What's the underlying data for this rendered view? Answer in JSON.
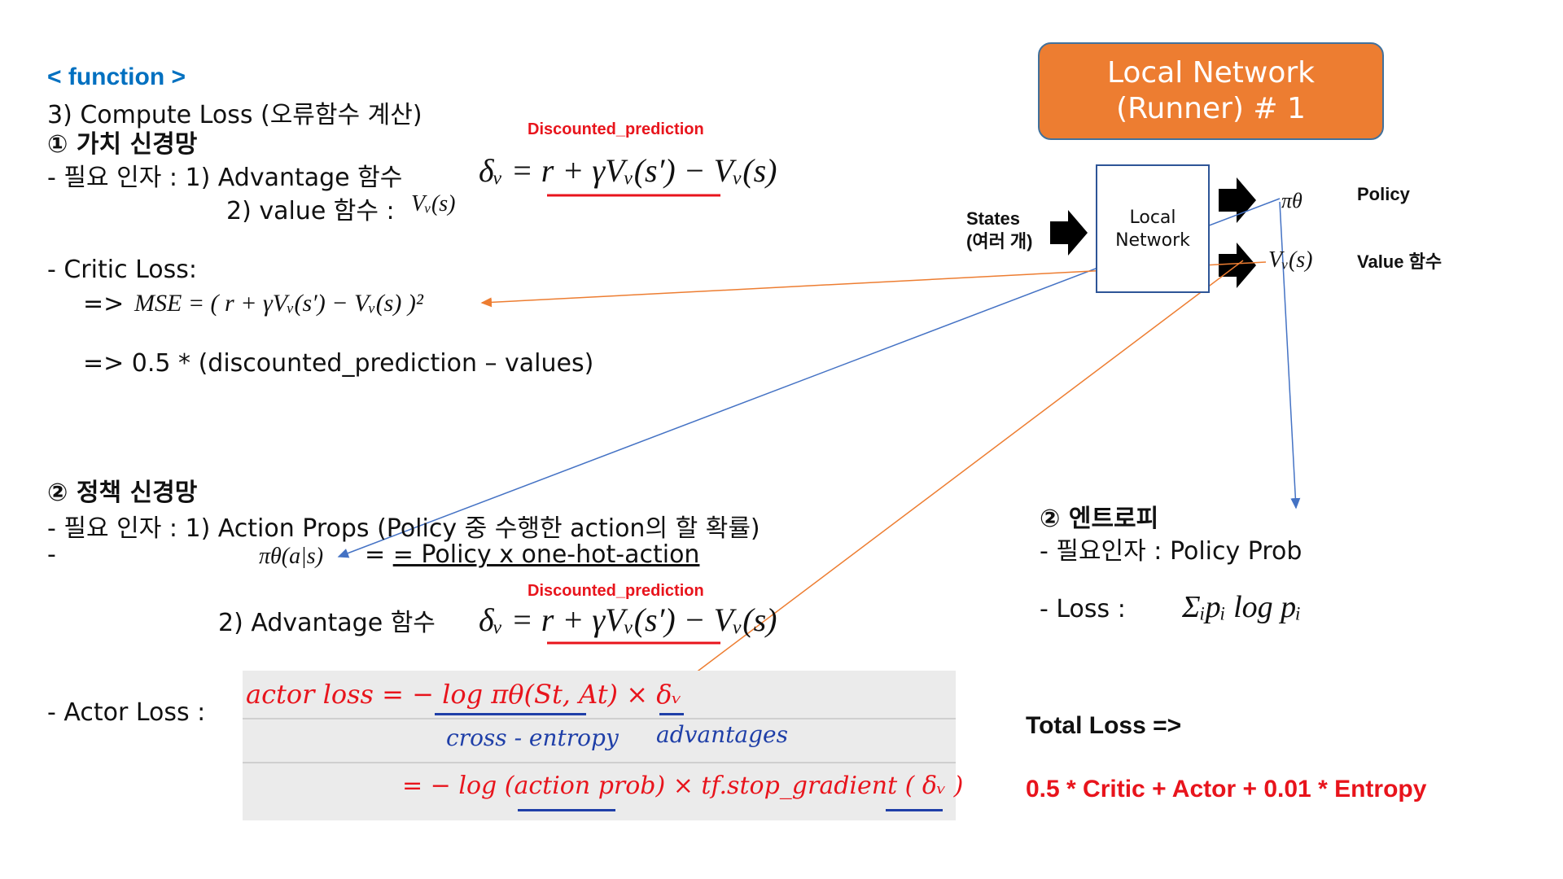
{
  "header": {
    "function_tag": "< function >",
    "step": "3) Compute Loss (오류함수 계산)"
  },
  "value_net": {
    "heading": "① 가치 신경망",
    "factors_prefix": "-   필요 인자  : 1)  Advantage 함수",
    "factor2": "2)  value 함수 :",
    "factor2_math": "Vᵥ(s)",
    "discounted_label": "Discounted_prediction",
    "advantage_formula": "δᵥ = r + γVᵥ(s′) − Vᵥ(s)",
    "critic_label": "-   Critic Loss:",
    "mse_prefix": "=>",
    "mse_formula": "MSE = ( r + γVᵥ(s′) − Vᵥ(s) )²",
    "critic_impl": "=> 0.5 * (discounted_prediction – values)"
  },
  "policy_net": {
    "heading": "② 정책 신경망",
    "factor1": "-   필요 인자 : 1) Action Props (Policy 중 수행한 action의 할 확률)",
    "dash": "-",
    "pi_math": "πθ(a|s)",
    "policy_eq": "= Policy x one-hot-action",
    "factor2": "2) Advantage 함수",
    "discounted_label": "Discounted_prediction",
    "advantage_formula": "δᵥ = r + γVᵥ(s′) − Vᵥ(s)",
    "actor_label": "-   Actor Loss :",
    "hw_line1": "actor  loss = − log πθ(St, At)  ×  δᵥ",
    "hw_cross": "cross - entropy",
    "hw_adv": "advantages",
    "hw_line2": "= − log (action prob) × tf.stop_gradient ( δᵥ )"
  },
  "network": {
    "title_line1": "Local Network",
    "title_line2": "(Runner) # 1",
    "box_line1": "Local",
    "box_line2": "Network",
    "states_line1": "States",
    "states_line2": "(여러 개)",
    "pi_symbol": "πθ",
    "policy_label": "Policy",
    "v_symbol": "Vᵥ(s)",
    "value_label": "Value 함수"
  },
  "entropy": {
    "heading": "② 엔트로피",
    "factor": "-   필요인자 : Policy Prob",
    "loss_label": "-   Loss :",
    "loss_formula": "Σᵢpᵢ log pᵢ"
  },
  "total": {
    "label": "Total Loss =>",
    "formula": "0.5 * Critic + Actor + 0.01 * Entropy"
  },
  "colors": {
    "red": "#e8141c",
    "blue": "#0070c0",
    "orange": "#ed7d31",
    "arrow_blue": "#4472c4",
    "arrow_orange": "#ed7d31"
  }
}
